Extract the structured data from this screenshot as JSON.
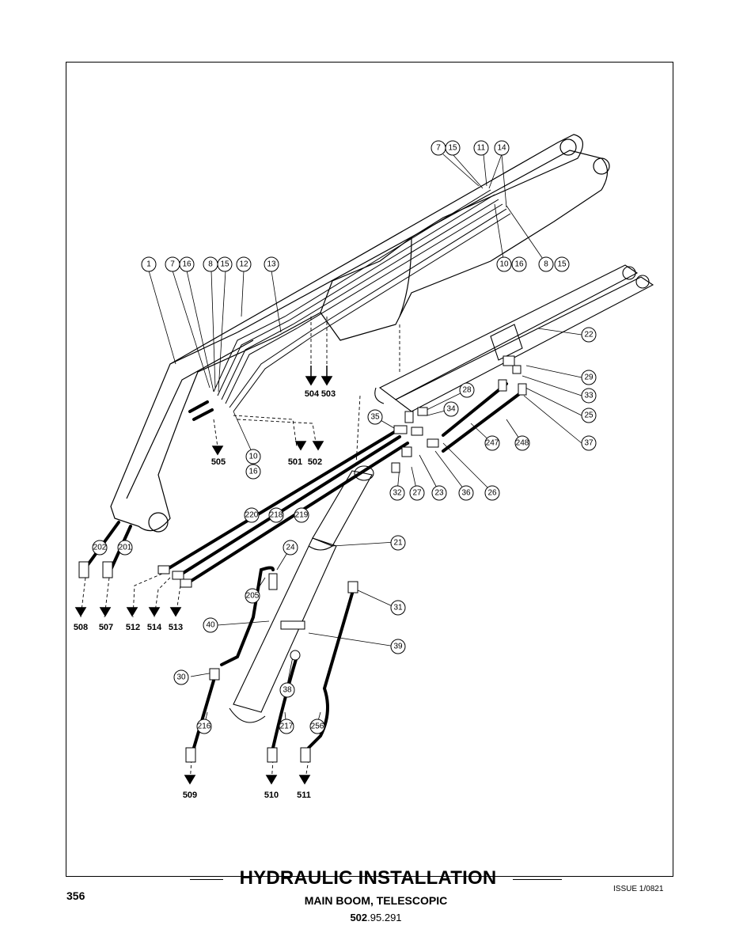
{
  "page": {
    "page_number": "356",
    "title": "HYDRAULIC INSTALLATION",
    "subtitle": "MAIN BOOM, TELESCOPIC",
    "part_number_bold": "502",
    "part_number_rest": ".95.291",
    "issue": "ISSUE 1/0821"
  },
  "callouts": [
    "7",
    "15",
    "11",
    "14",
    "1",
    "7",
    "16",
    "8",
    "15",
    "12",
    "13",
    "10",
    "16",
    "8",
    "15",
    "22",
    "29",
    "33",
    "25",
    "37",
    "28",
    "34",
    "35",
    "247",
    "248",
    "10",
    "16",
    "32",
    "27",
    "23",
    "36",
    "26",
    "220",
    "218",
    "219",
    "21",
    "202",
    "201",
    "24",
    "205",
    "31",
    "40",
    "39",
    "30",
    "38",
    "216",
    "217",
    "256"
  ],
  "destinations": [
    "504",
    "503",
    "505",
    "501",
    "502",
    "508",
    "507",
    "512",
    "514",
    "513",
    "509",
    "510",
    "511"
  ]
}
